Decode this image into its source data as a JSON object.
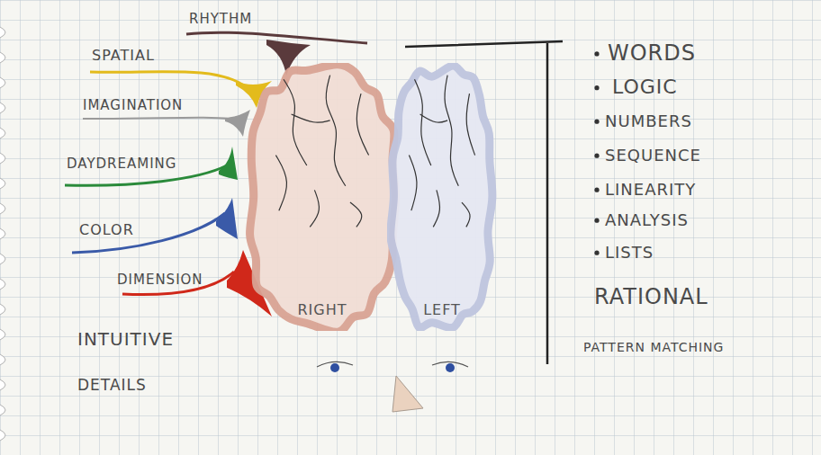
{
  "diagram": {
    "nodes": [
      {
        "text": [
          "RIGHT"
        ]
      },
      {
        "text": [
          "LEFT"
        ]
      }
    ],
    "labels": [
      "RHYTHM",
      "SPATIAL",
      "IMAGINATION",
      "DAYDREAMING",
      "COLOR",
      "DIMENSION",
      "INTUITIVE",
      "DETAILS",
      "WORDS",
      "LOGIC",
      "NUMBERS",
      "SEQUENCE",
      "LINEARITY",
      "ANALYSIS",
      "LISTS",
      "RATIONAL",
      "PATTERN MATCHING"
    ]
  }
}
